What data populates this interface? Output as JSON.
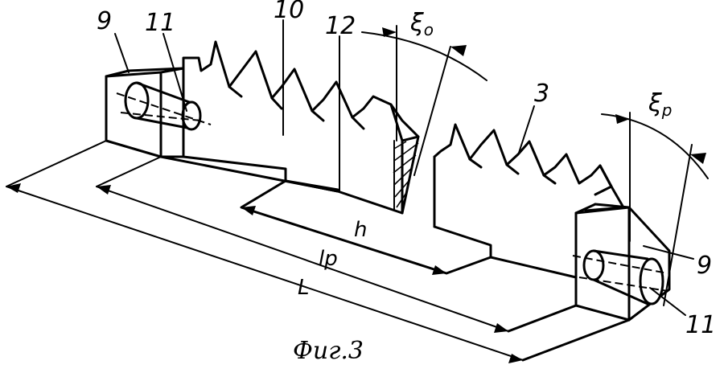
{
  "labels": {
    "part_9_left": "9",
    "part_11_left": "11",
    "part_10": "10",
    "part_12": "12",
    "xi_o_main": "ξ",
    "xi_o_sub": "o",
    "part_3": "3",
    "xi_p_main": "ξ",
    "xi_p_sub": "p",
    "part_9_right": "9",
    "part_11_right": "11",
    "dim_h": "h",
    "dim_lp": "lp",
    "dim_L": "L"
  },
  "caption": "Фиг.3"
}
